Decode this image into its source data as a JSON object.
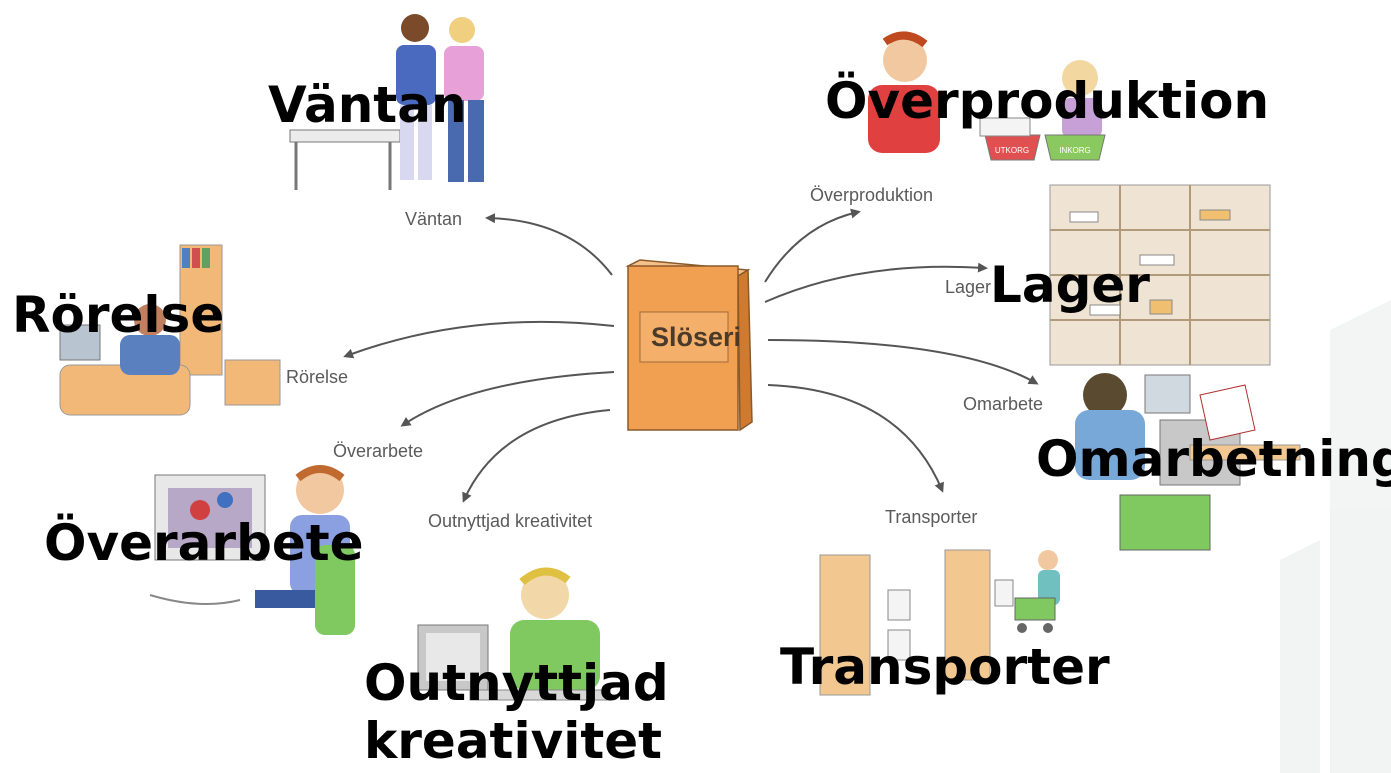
{
  "center": {
    "label": "Slöseri"
  },
  "branches": [
    {
      "id": "vantan",
      "caption": "Väntan",
      "title": "Väntan"
    },
    {
      "id": "overproduktion",
      "caption": "Överproduktion",
      "title": "Överproduktion"
    },
    {
      "id": "lager",
      "caption": "Lager",
      "title": "Lager"
    },
    {
      "id": "rorelse",
      "caption": "Rörelse",
      "title": "Rörelse"
    },
    {
      "id": "omarbete",
      "caption": "Omarbete",
      "title": "Omarbetning"
    },
    {
      "id": "overarbete",
      "caption": "Överarbete",
      "title": "Överarbete"
    },
    {
      "id": "transporter",
      "caption": "Transporter",
      "title": "Transporter"
    },
    {
      "id": "outnyttjad",
      "caption": "Outnyttjad kreativitet",
      "title_line1": "Outnyttjad",
      "title_line2": "kreativitet"
    }
  ],
  "sign_labels": {
    "utkorg": "UTKORG",
    "inkorg": "INKORG"
  },
  "colors": {
    "book": "#f0a050",
    "book_dark": "#d07a30",
    "arrow": "#555555",
    "caption": "#5a5a5a"
  }
}
